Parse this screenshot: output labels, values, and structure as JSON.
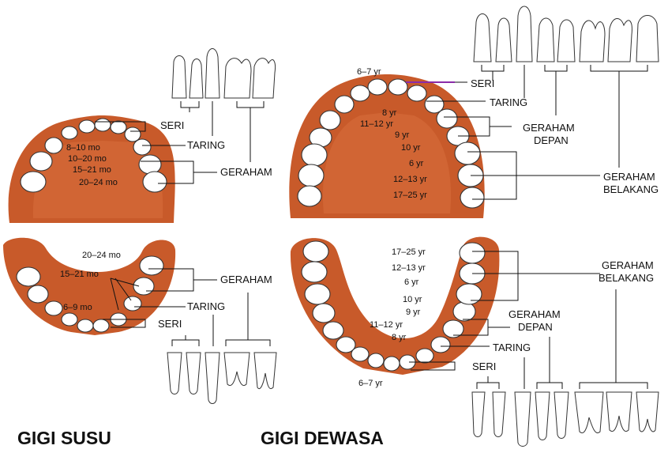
{
  "primary": {
    "title": "GIGI SUSU",
    "upper": {
      "labels": {
        "incisor": "SERI",
        "canine": "TARING",
        "molar": "GERAHAM"
      },
      "ages": [
        "8–10 mo",
        "10–20 mo",
        "15–21 mo",
        "20–24 mo"
      ]
    },
    "lower": {
      "labels": {
        "molar": "GERAHAM",
        "canine": "TARING",
        "incisor": "SERI"
      },
      "ages": [
        "20–24 mo",
        "15–21 mo",
        "6–9 mo"
      ]
    }
  },
  "permanent": {
    "title": "GIGI DEWASA",
    "upper": {
      "labels": {
        "incisor": "SERI",
        "canine": "TARING",
        "premolar_1": "GERAHAM",
        "premolar_2": "DEPAN",
        "molar_1": "GERAHAM",
        "molar_2": "BELAKANG"
      },
      "ages": [
        "6–7 yr",
        "8 yr",
        "11–12 yr",
        "9 yr",
        "10 yr",
        "6 yr",
        "12–13 yr",
        "17–25 yr"
      ]
    },
    "lower": {
      "labels": {
        "molar_1": "GERAHAM",
        "molar_2": "BELAKANG",
        "premolar_1": "GERAHAM",
        "premolar_2": "DEPAN",
        "canine": "TARING",
        "incisor": "SERI"
      },
      "ages": [
        "17–25 yr",
        "12–13 yr",
        "6 yr",
        "10 yr",
        "9 yr",
        "11–12 yr",
        "8 yr",
        "6–7 yr"
      ]
    }
  }
}
